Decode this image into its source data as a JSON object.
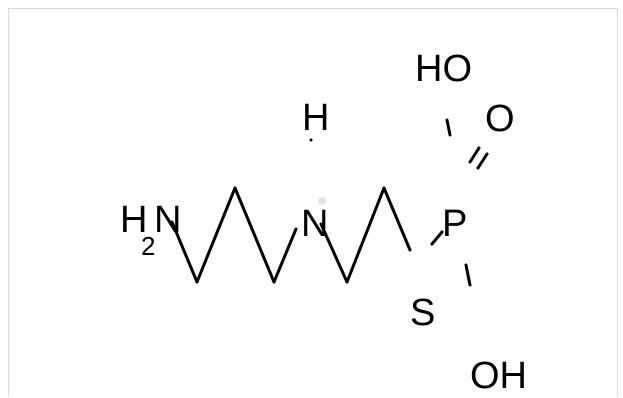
{
  "molecule": {
    "atoms": {
      "amine_h": "H",
      "amine_sub": "2",
      "amine_n": "N",
      "nh_h": "H",
      "nh_n": "N",
      "sulfur": "S",
      "phosphorus": "P",
      "hydroxyl_top": "HO",
      "oxo": "O",
      "hydroxyl_bottom": "OH"
    },
    "bond_color": "#000000",
    "text_color": "#000000",
    "background": "#ffffff",
    "frame_color": "#d9d9d9"
  }
}
